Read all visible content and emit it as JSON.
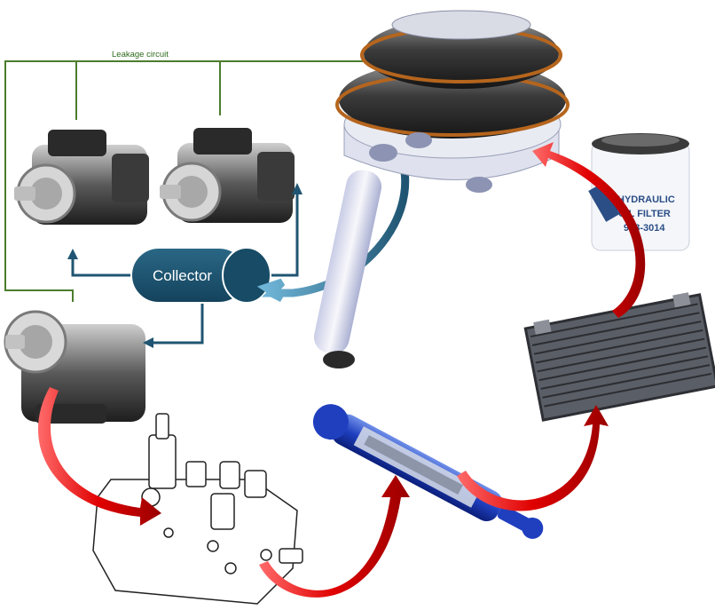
{
  "labels": {
    "leakage": "Leakage circuit",
    "collector": "Collector",
    "filter_line1": "HYDRAULIC",
    "filter_line2": "OIL FILTER",
    "filter_line3": "923-3014"
  },
  "colors": {
    "leakage_line": "#4b7d2c",
    "collector": "#1f5572",
    "flow_arrow": "#e00000",
    "filter_text": "#2b4e86"
  },
  "icons": [
    "hydraulic-pump-icon",
    "collector-tank-icon",
    "air-bellows-actuator-icon",
    "oil-filter-icon",
    "oil-cooler-icon",
    "hydraulic-cylinder-icon",
    "valve-block-icon"
  ]
}
